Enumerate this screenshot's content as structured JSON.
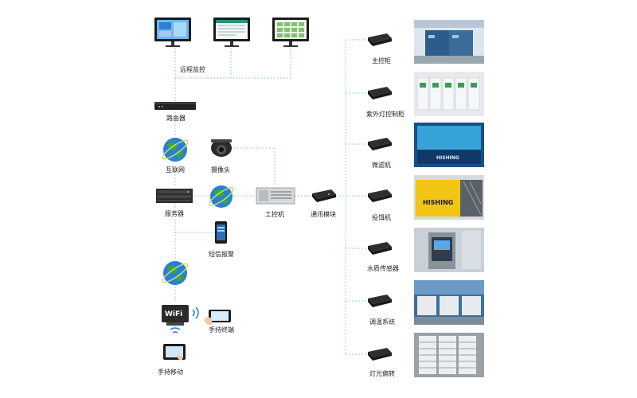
{
  "labels": {
    "remote_monitor": "远程监控",
    "router": "路由器",
    "internet": "互联网",
    "camera": "摄像头",
    "server": "服务器",
    "industrial_pc": "工控机",
    "comm_module": "通讯模块",
    "sms_alarm": "短信报警",
    "handheld_terminal": "手持终端",
    "handheld_operation": "手持移动"
  },
  "devices": [
    {
      "label": "主控柜"
    },
    {
      "label": "紫外灯控制柜"
    },
    {
      "label": "微滤机"
    },
    {
      "label": "投饵机"
    },
    {
      "label": "水质传感器"
    },
    {
      "label": "调温系统"
    },
    {
      "label": "灯光偏转"
    }
  ],
  "photo_text": {
    "feeder_brand": "HISHING",
    "filter_brand": "HISHING"
  },
  "colors": {
    "connector": "#9ccfe0",
    "globe_blue": "#2a7fd4",
    "globe_green": "#3aa63a",
    "device_dark": "#222222",
    "label_text": "#222222"
  }
}
